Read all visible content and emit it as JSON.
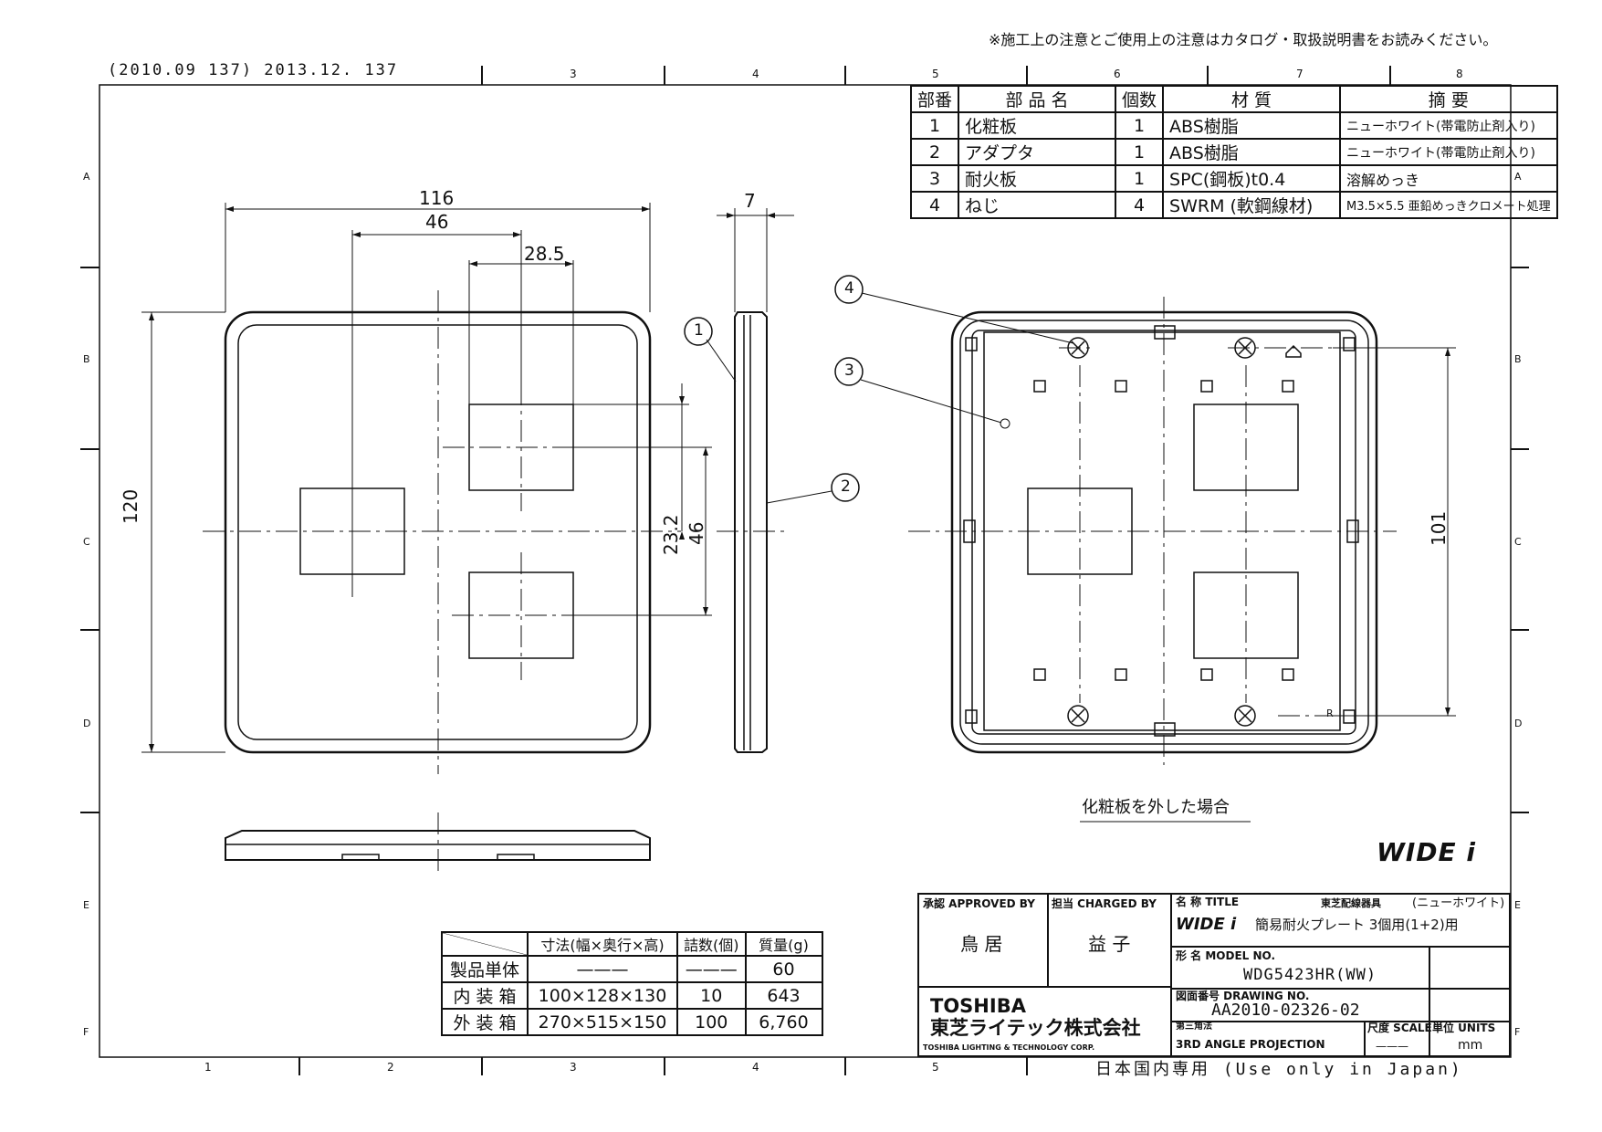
{
  "header": {
    "notice": "※施工上の注意とご使用上の注意はカタログ・取扱説明書をお読みください。",
    "revision": "(2010.09 137) 2013.12. 137"
  },
  "grid": {
    "top_numbers": [
      "3",
      "4",
      "5",
      "6",
      "7",
      "8"
    ],
    "bottom_numbers": [
      "1",
      "2",
      "3",
      "4",
      "5"
    ],
    "left_letters": [
      "A",
      "B",
      "C",
      "D",
      "E",
      "F"
    ],
    "right_letters": [
      "A",
      "B",
      "C",
      "D",
      "E",
      "F"
    ]
  },
  "parts_table": {
    "headers": [
      "部番",
      "部 品 名",
      "個数",
      "材 質",
      "摘 要"
    ],
    "rows": [
      [
        "1",
        "化粧板",
        "1",
        "ABS樹脂",
        "ニューホワイト(帯電防止剤入り)"
      ],
      [
        "2",
        "アダプタ",
        "1",
        "ABS樹脂",
        "ニューホワイト(帯電防止剤入り)"
      ],
      [
        "3",
        "耐火板",
        "1",
        "SPC(鋼板)t0.4",
        "溶解めっき"
      ],
      [
        "4",
        "ねじ",
        "4",
        "SWRM (軟鋼線材)",
        "M3.5×5.5 亜鉛めっきクロメート処理"
      ]
    ]
  },
  "dimensions": {
    "overall_width": "116",
    "inner_width": "46",
    "slot_width": "28.5",
    "thickness": "7",
    "overall_height": "120",
    "slot_offset": "23.2",
    "slot_height": "46",
    "back_height": "101"
  },
  "balloons": [
    "1",
    "2",
    "3",
    "4"
  ],
  "back_view_caption": "化粧板を外した場合",
  "back_label_r": "R",
  "brand_logo": "WIDE i",
  "packing_table": {
    "headers": [
      "",
      "寸法(幅×奥行×高)",
      "詰数(個)",
      "質量(g)"
    ],
    "rows": [
      [
        "製品単体",
        "———",
        "———",
        "60"
      ],
      [
        "内 装 箱",
        "100×128×130",
        "10",
        "643"
      ],
      [
        "外 装 箱",
        "270×515×150",
        "100",
        "6,760"
      ]
    ]
  },
  "title_block": {
    "approved_label": "承認 APPROVED BY",
    "approved_name": "鳥 居",
    "charged_label": "担当 CHARGED BY",
    "charged_name": "益 子",
    "title_label": "名 称 TITLE",
    "title_category": "東芝配線器具",
    "title_color": "(ニューホワイト)",
    "title_brand": "WIDE i",
    "title_text": "簡易耐火プレート 3個用(1+2)用",
    "model_label": "形 名 MODEL NO.",
    "model_no": "WDG5423HR(WW)",
    "drawing_label": "図面番号 DRAWING NO.",
    "drawing_no": "AA2010-02326-02",
    "projection_label": "第三角法",
    "projection": "3RD ANGLE PROJECTION",
    "scale_label": "尺度 SCALE",
    "scale_value": "———",
    "units_label": "単位 UNITS",
    "units_value": "mm",
    "company_en": "TOSHIBA",
    "company_jp": "東芝ライテック株式会社",
    "company_sub": "TOSHIBA LIGHTING & TECHNOLOGY CORP."
  },
  "footer": {
    "domestic": "日本国内専用 (Use only in Japan)"
  }
}
